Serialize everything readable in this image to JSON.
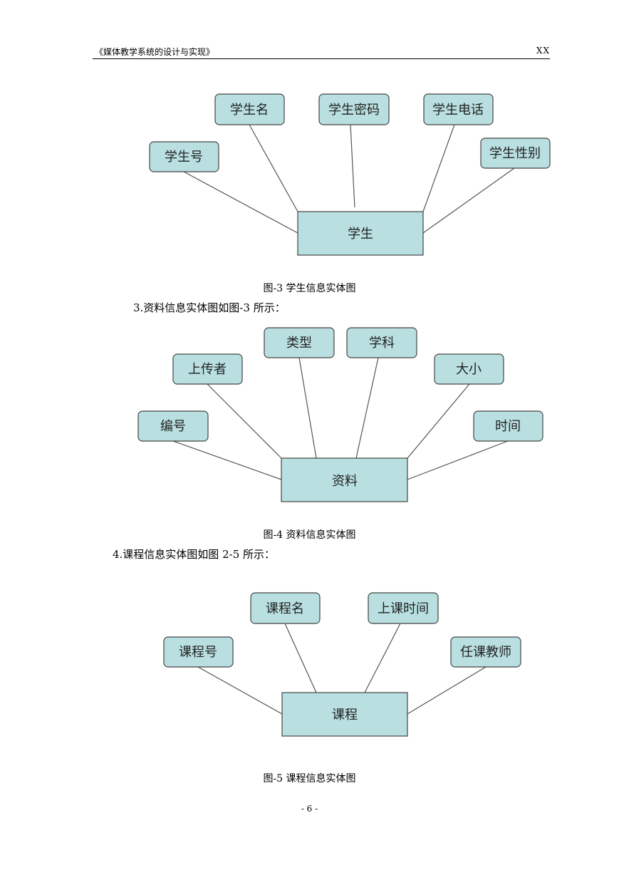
{
  "header": {
    "title": "《媒体教学系统的设计与实现》",
    "right": "XX"
  },
  "diagram1": {
    "entity": "学生",
    "attributes": [
      "学生号",
      "学生名",
      "学生密码",
      "学生电话",
      "学生性别"
    ],
    "caption": "图-3  学生信息实体图"
  },
  "para1": "3.资料信息实体图如图-3 所示：",
  "diagram2": {
    "entity": "资料",
    "attributes": [
      "编号",
      "上传者",
      "类型",
      "学科",
      "大小",
      "时间"
    ],
    "caption": "图-4  资料信息实体图"
  },
  "para2": "4.课程信息实体图如图 2-5 所示：",
  "diagram3": {
    "entity": "课程",
    "attributes": [
      "课程号",
      "课程名",
      "上课时间",
      "任课教师"
    ],
    "caption": "图-5  课程信息实体图"
  },
  "footer": {
    "page": "- 6 -"
  },
  "colors": {
    "box_fill": "#b9dfe0",
    "stroke": "#444444",
    "line": "#555555"
  }
}
